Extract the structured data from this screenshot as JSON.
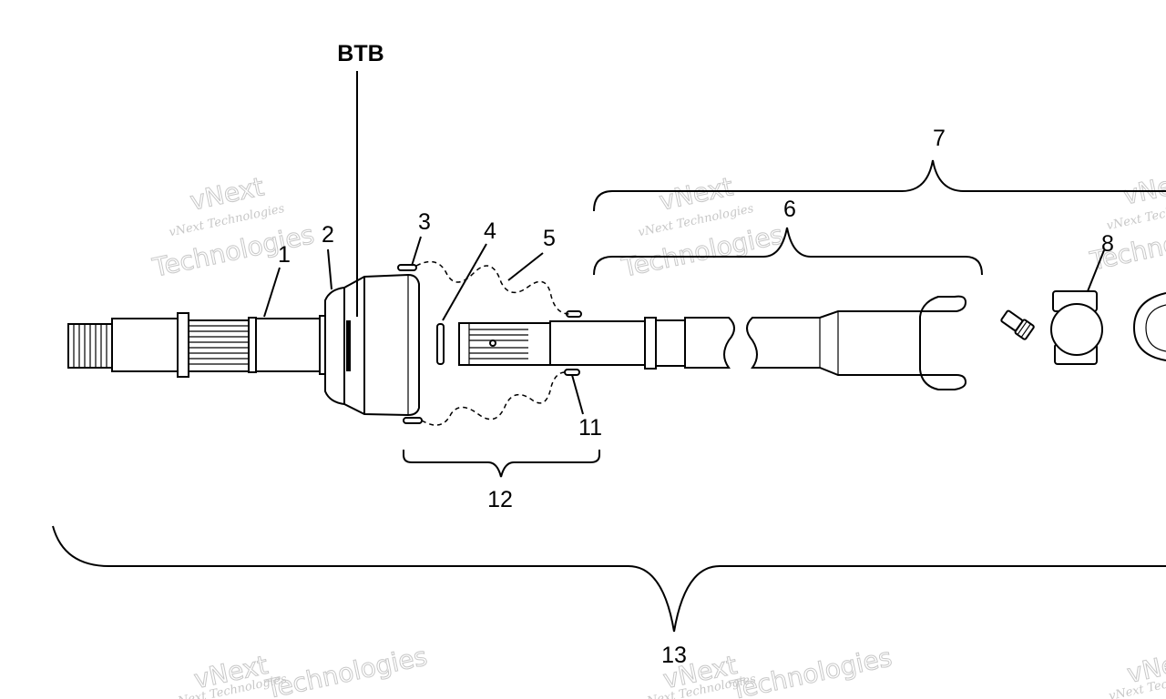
{
  "labels": {
    "btb": "BTB",
    "p1": "1",
    "p2": "2",
    "p3": "3",
    "p4": "4",
    "p5": "5",
    "p6": "6",
    "p7": "7",
    "p8": "8",
    "p11": "11",
    "p12": "12",
    "p13": "13"
  },
  "watermark": {
    "line1": "vNext Technologies",
    "line2": "vNext",
    "line3": "Technologies"
  },
  "colors": {
    "ink": "#000000",
    "watermark": "#c8c8c8",
    "background": "#ffffff"
  }
}
